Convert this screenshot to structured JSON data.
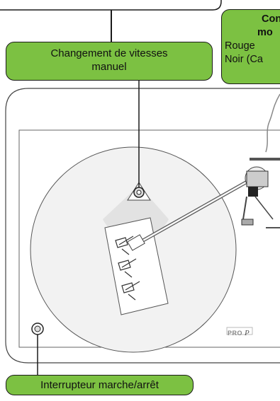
{
  "callouts": {
    "speed": {
      "line1": "Changement de vitesses",
      "line2": "manuel"
    },
    "power": {
      "label": "Interrupteur marche/arrêt"
    },
    "connection": {
      "title_part1": "Con",
      "title_part2": "mo",
      "line3": "Rouge",
      "line4": "Noir (Ca"
    }
  },
  "brand": {
    "text": "PRO",
    "text_suffix": "P"
  },
  "colors": {
    "callout_fill": "#7cc142",
    "outline": "#1a1a1a",
    "platter": "#f2f2f2",
    "plinth": "#ffffff"
  }
}
